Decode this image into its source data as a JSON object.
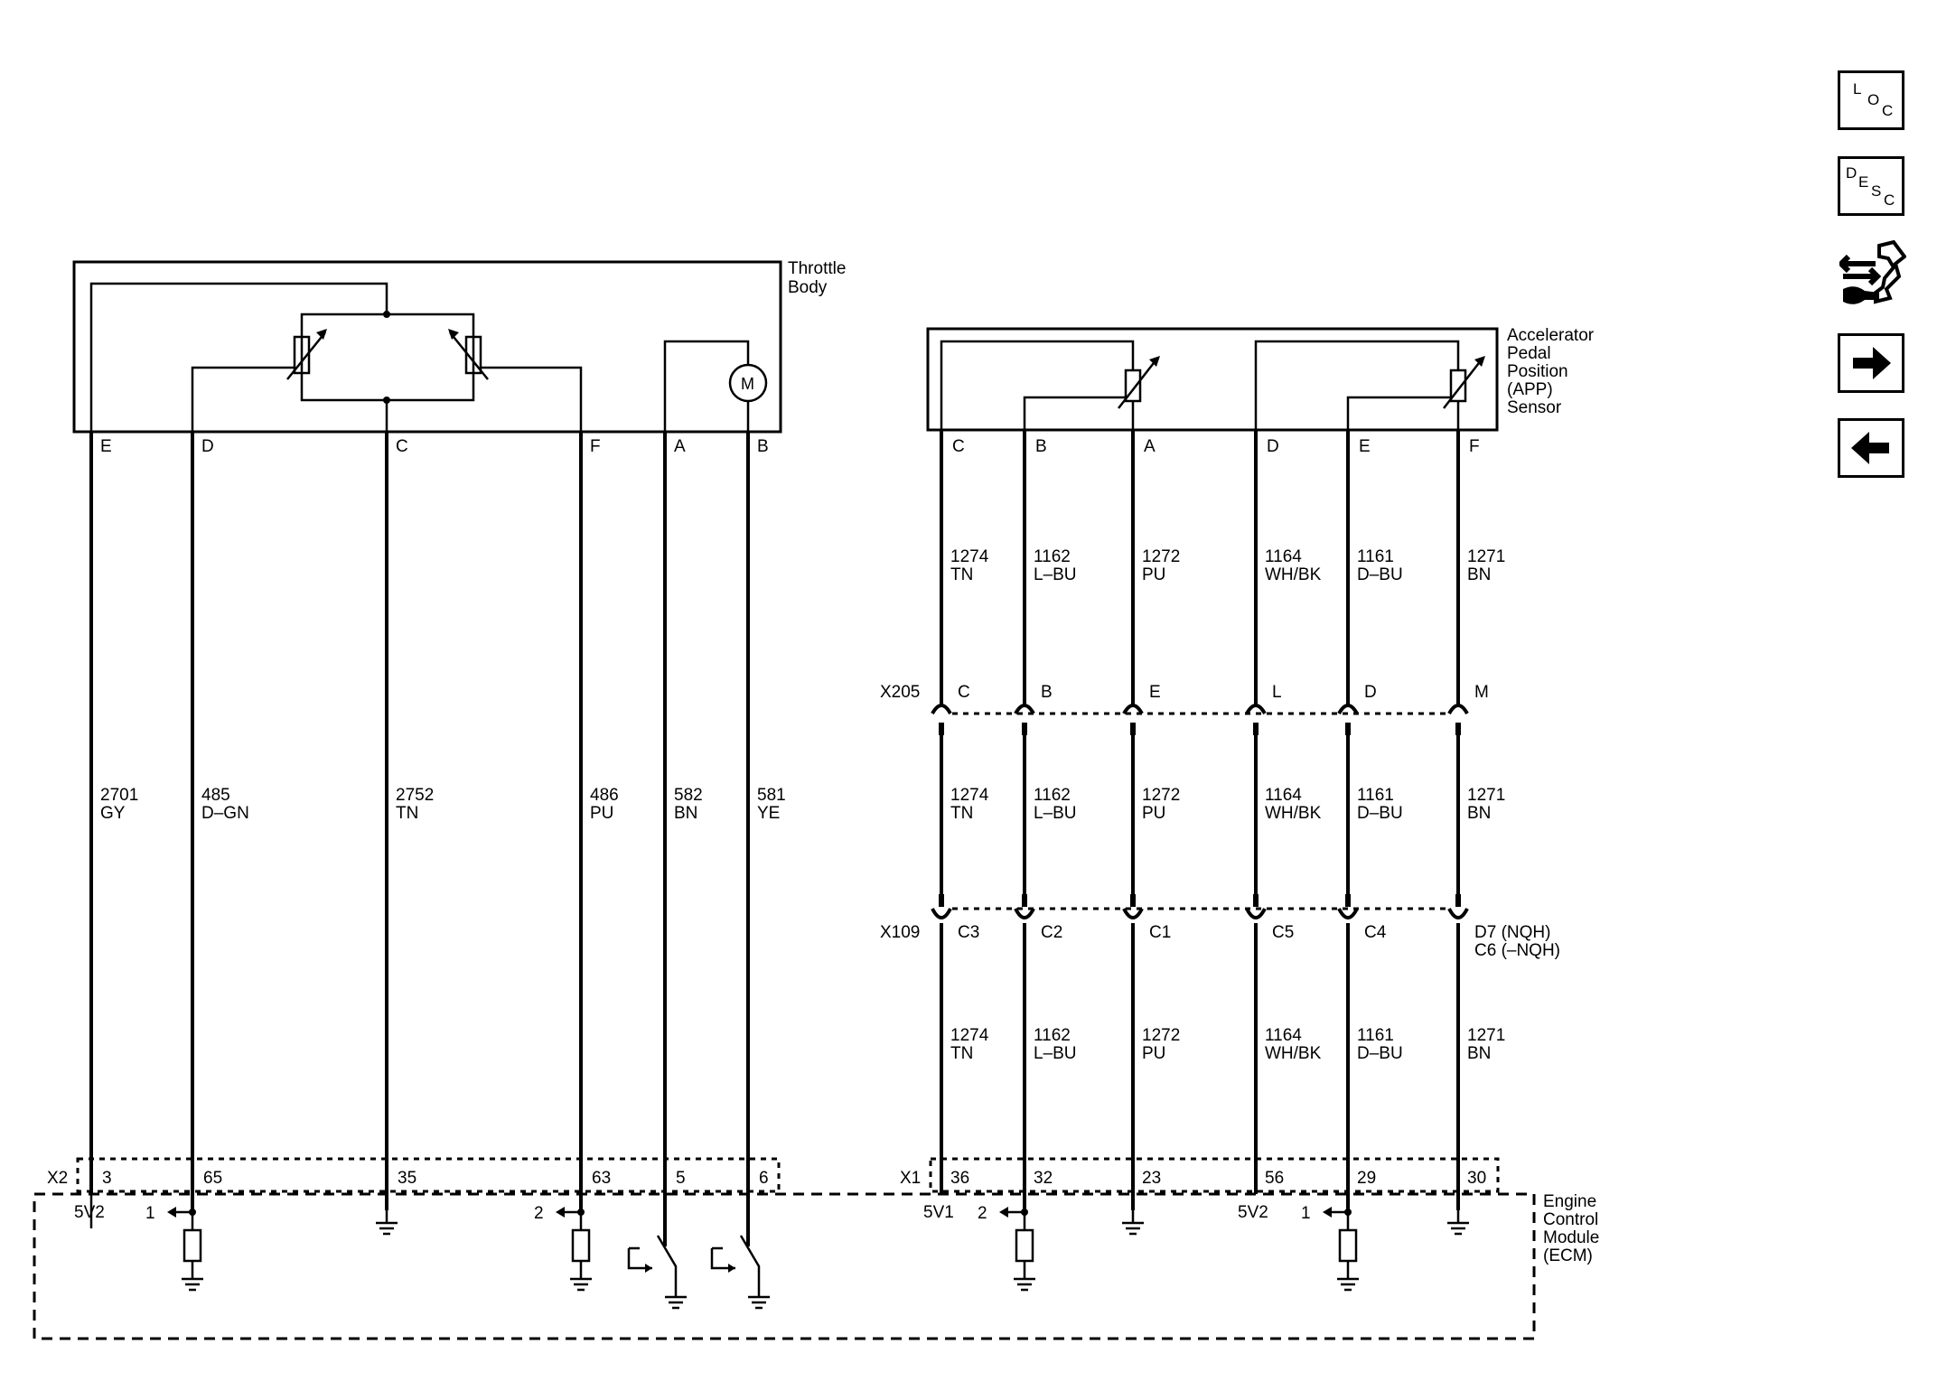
{
  "components": {
    "throttle_body": [
      "Throttle",
      "Body"
    ],
    "app_sensor": [
      "Accelerator",
      "Pedal",
      "Position",
      "(APP)",
      "Sensor"
    ],
    "ecm": [
      "Engine",
      "Control",
      "Module",
      "(ECM)"
    ],
    "motor_symbol": "M"
  },
  "connectors": {
    "x2": "X2",
    "x1": "X1",
    "x205": "X205",
    "x109": "X109"
  },
  "throttle_circuits": [
    {
      "pin": "E",
      "circuit": "2701",
      "color": "GY",
      "ecm_pin": "3",
      "ecm_ref": "5V2"
    },
    {
      "pin": "D",
      "circuit": "485",
      "color": "D–GN",
      "ecm_pin": "65",
      "ecm_ref": "1"
    },
    {
      "pin": "C",
      "circuit": "2752",
      "color": "TN",
      "ecm_pin": "35",
      "ecm_ref": ""
    },
    {
      "pin": "F",
      "circuit": "486",
      "color": "PU",
      "ecm_pin": "63",
      "ecm_ref": "2"
    },
    {
      "pin": "A",
      "circuit": "582",
      "color": "BN",
      "ecm_pin": "5",
      "ecm_ref": ""
    },
    {
      "pin": "B",
      "circuit": "581",
      "color": "YE",
      "ecm_pin": "6",
      "ecm_ref": ""
    }
  ],
  "app_circuits": [
    {
      "pin": "C",
      "circuit": "1274",
      "color": "TN",
      "x205": "C",
      "x109": "C3",
      "ecm_pin": "36",
      "ecm_ref": "5V1"
    },
    {
      "pin": "B",
      "circuit": "1162",
      "color": "L–BU",
      "x205": "B",
      "x109": "C2",
      "ecm_pin": "32",
      "ecm_ref": "2"
    },
    {
      "pin": "A",
      "circuit": "1272",
      "color": "PU",
      "x205": "E",
      "x109": "C1",
      "ecm_pin": "23",
      "ecm_ref": ""
    },
    {
      "pin": "D",
      "circuit": "1164",
      "color": "WH/BK",
      "x205": "L",
      "x109": "C5",
      "ecm_pin": "56",
      "ecm_ref": "5V2"
    },
    {
      "pin": "E",
      "circuit": "1161",
      "color": "D–BU",
      "x205": "D",
      "x109": "C4",
      "ecm_pin": "29",
      "ecm_ref": "1"
    },
    {
      "pin": "F",
      "circuit": "1271",
      "color": "BN",
      "x205": "M",
      "x109": [
        "D7 (NQH)",
        "C6 (–NQH)"
      ],
      "ecm_pin": "30",
      "ecm_ref": ""
    }
  ],
  "nav": {
    "loc": [
      "L",
      "O",
      "C"
    ],
    "desc": [
      "D",
      "E",
      "S",
      "C"
    ]
  }
}
